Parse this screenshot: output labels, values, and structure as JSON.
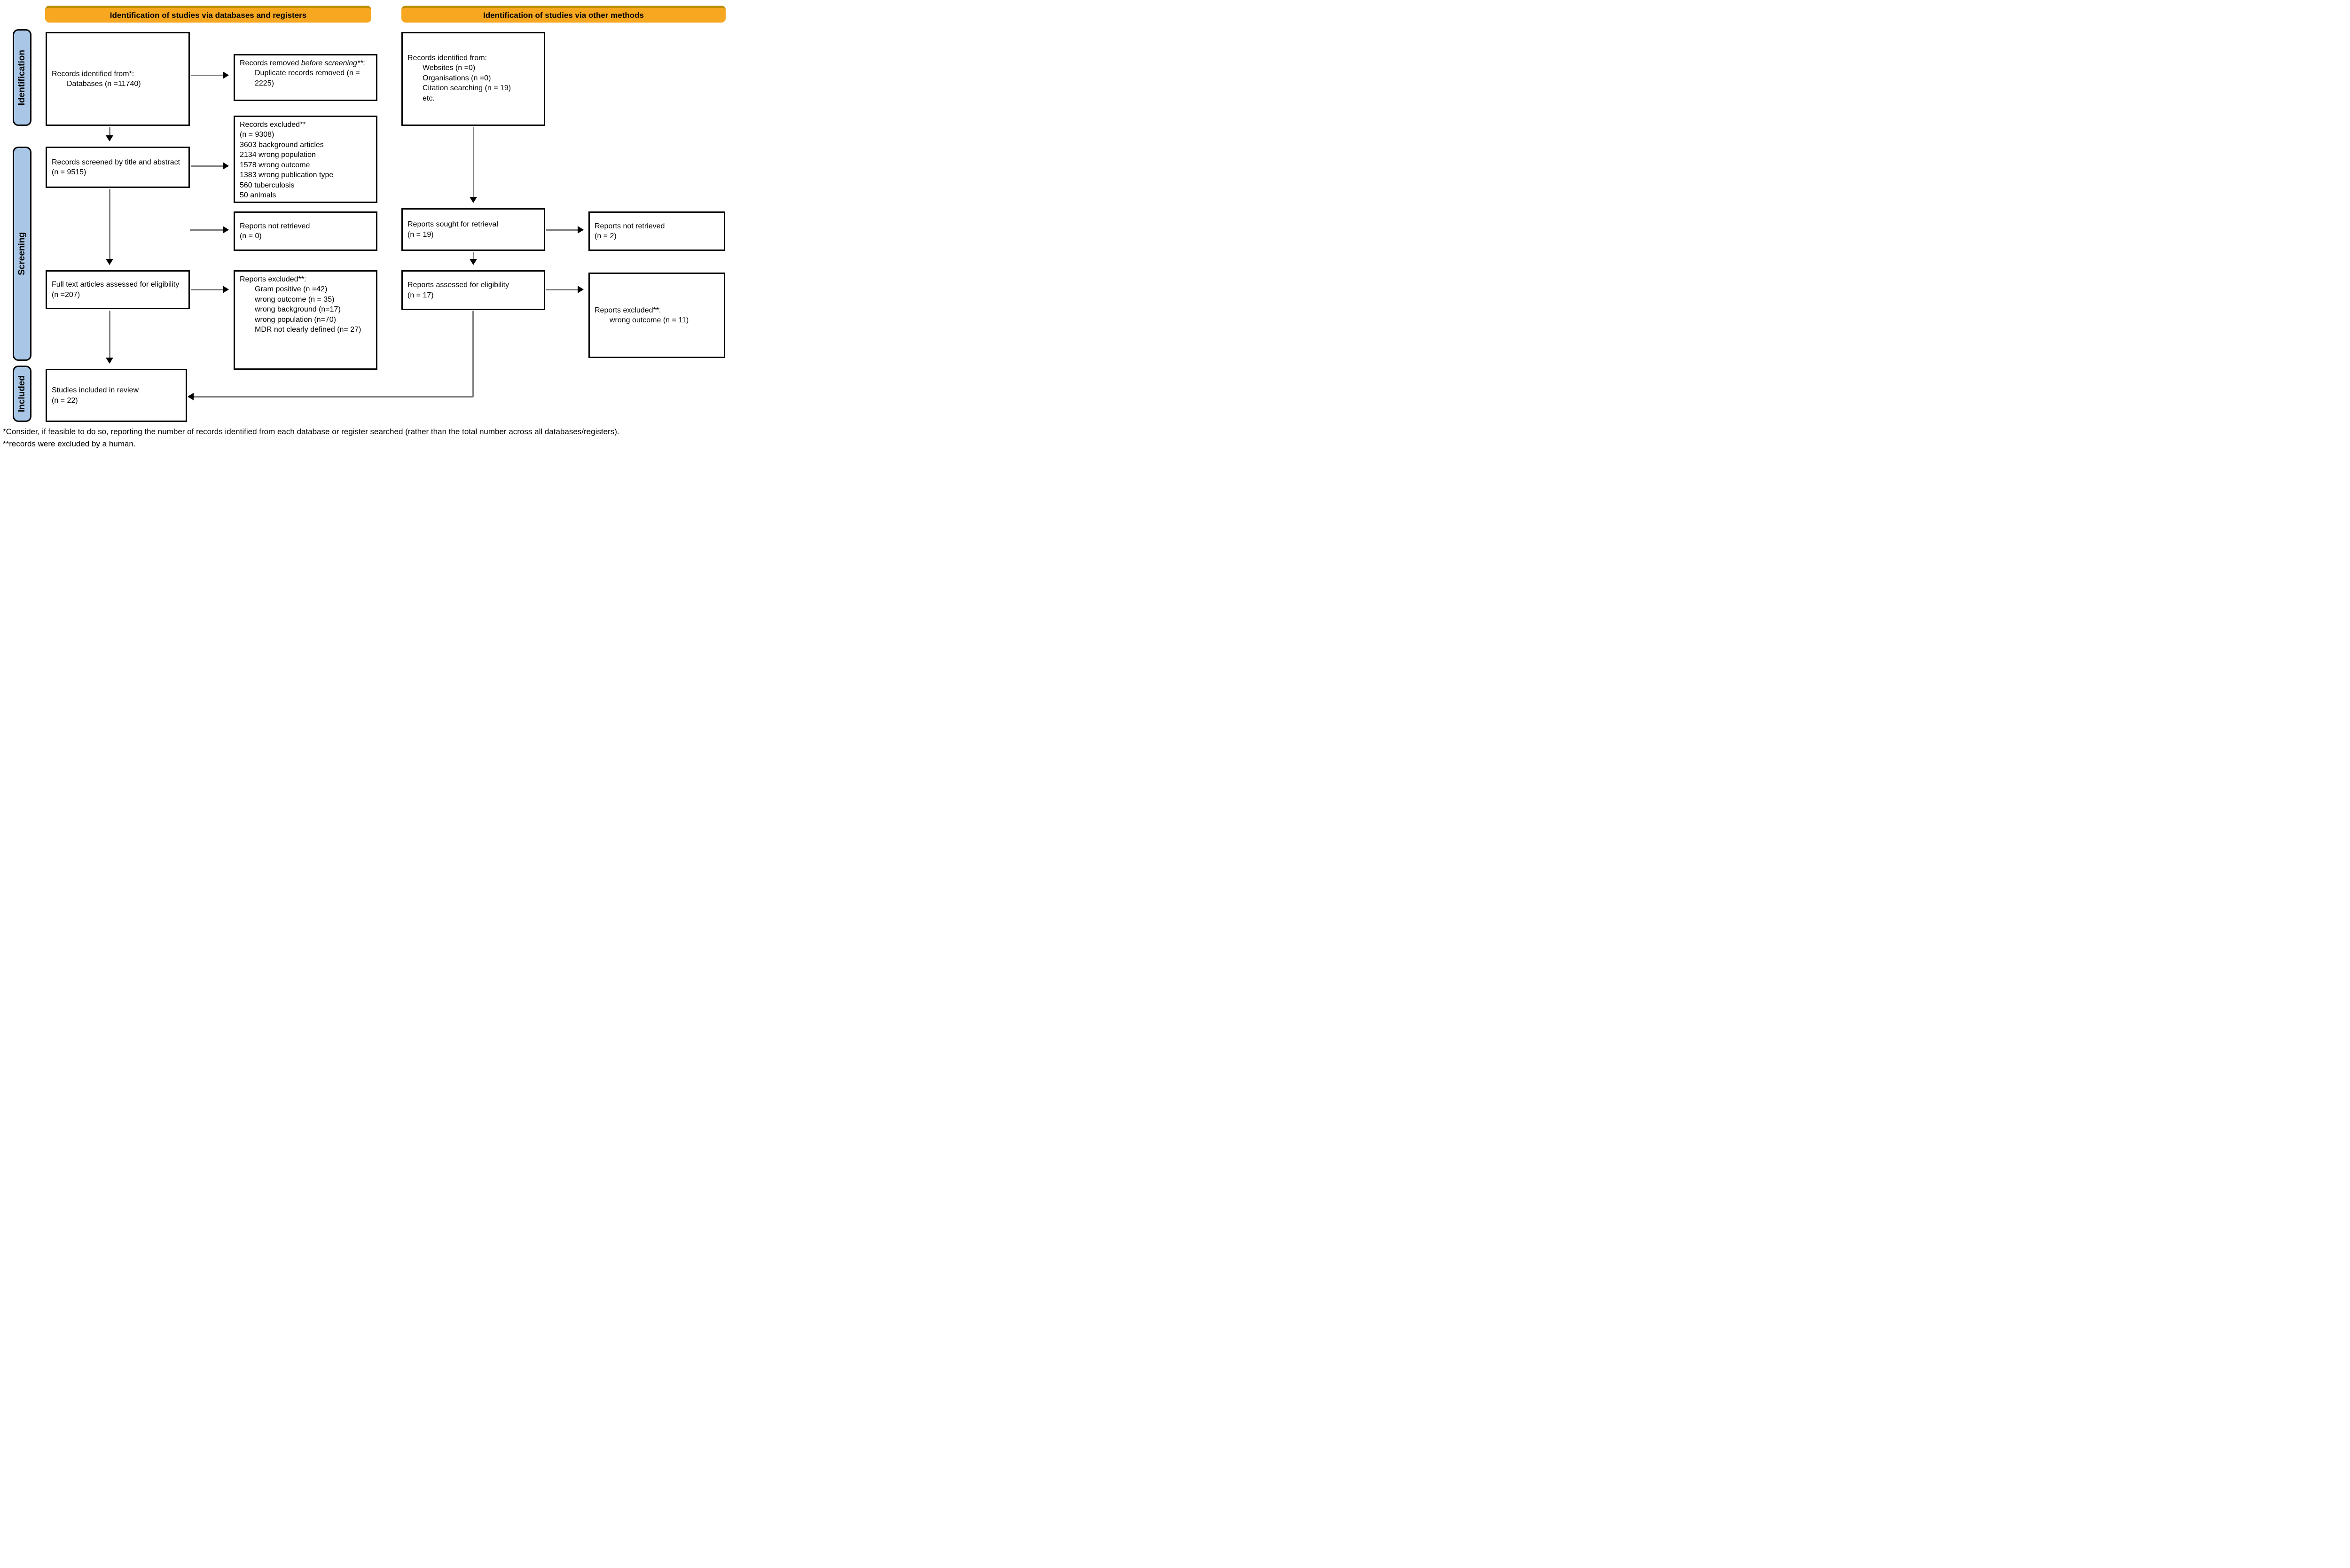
{
  "banners": {
    "left": "Identification of studies via databases and registers",
    "right": "Identification of studies via other methods"
  },
  "sidebar": {
    "identification": "Identification",
    "screening": "Screening",
    "included": "Included"
  },
  "colors": {
    "banner": "#F7A720",
    "banner_edge": "#BD8D00",
    "sidebar": "#A9C6E6",
    "arrow": "#808080",
    "box_border": "#000000"
  },
  "boxes": {
    "records_identified_db": {
      "lines": [
        {
          "text": "Records identified from*:"
        },
        {
          "text": "Databases (n =11740)",
          "indent": 1
        }
      ]
    },
    "records_removed": {
      "lines": [
        {
          "segments": [
            {
              "text": "Records removed "
            },
            {
              "text": "before screening**",
              "italic": true
            },
            {
              "text": ":"
            }
          ]
        },
        {
          "text": "Duplicate records removed (n = 2225)",
          "indent": 1
        }
      ]
    },
    "records_identified_other": {
      "lines": [
        {
          "text": "Records identified from:"
        },
        {
          "text": "Websites (n =0)",
          "indent": 1
        },
        {
          "text": "Organisations (n =0)",
          "indent": 1
        },
        {
          "text": "Citation searching (n = 19)",
          "indent": 1
        },
        {
          "text": "etc.",
          "indent": 1
        }
      ]
    },
    "records_screened": {
      "lines": [
        {
          "text": "Records screened by title and abstract"
        },
        {
          "text": "(n = 9515)"
        }
      ]
    },
    "records_excluded": {
      "lines": [
        {
          "text": "Records excluded**"
        },
        {
          "text": "(n = 9308)"
        },
        {
          "text": "3603 background articles"
        },
        {
          "text": "2134 wrong population"
        },
        {
          "text": "1578 wrong outcome"
        },
        {
          "text": "1383 wrong publication type"
        },
        {
          "text": "560 tuberculosis"
        },
        {
          "text": "50 animals"
        }
      ]
    },
    "reports_not_retrieved_db": {
      "lines": [
        {
          "text": "Reports not retrieved"
        },
        {
          "text": "(n = 0)"
        }
      ]
    },
    "reports_sought": {
      "lines": [
        {
          "text": "Reports sought for retrieval"
        },
        {
          "text": "(n = 19)"
        }
      ]
    },
    "reports_not_retrieved_other": {
      "lines": [
        {
          "text": "Reports not retrieved"
        },
        {
          "text": "(n = 2)"
        }
      ]
    },
    "fulltext_assessed": {
      "lines": [
        {
          "text": "Full text articles assessed for eligibility"
        },
        {
          "text": "(n =207)"
        }
      ]
    },
    "reports_excluded_db": {
      "lines": [
        {
          "text": "Reports excluded**:"
        },
        {
          "text": "Gram positive (n =42)",
          "indent": 1
        },
        {
          "text": "wrong outcome (n = 35)",
          "indent": 1
        },
        {
          "text": "wrong background (n=17)",
          "indent": 1
        },
        {
          "text": "wrong population (n=70)",
          "indent": 1
        },
        {
          "text": "MDR not clearly defined (n= 27)",
          "indent": 1
        }
      ]
    },
    "reports_assessed": {
      "lines": [
        {
          "text": "Reports assessed for eligibility"
        },
        {
          "text": "(n = 17)"
        }
      ]
    },
    "reports_excluded_other": {
      "lines": [
        {
          "text": "Reports excluded**:"
        },
        {
          "text": "wrong outcome (n = 11)",
          "indent": 1
        }
      ]
    },
    "studies_included": {
      "lines": [
        {
          "text": "Studies included in review"
        },
        {
          "text": "(n = 22)"
        }
      ]
    }
  },
  "footnotes": [
    "*Consider, if feasible to do so, reporting the number of records identified from each database or register searched (rather than the total number across all databases/registers).",
    "**records were excluded by a human."
  ]
}
